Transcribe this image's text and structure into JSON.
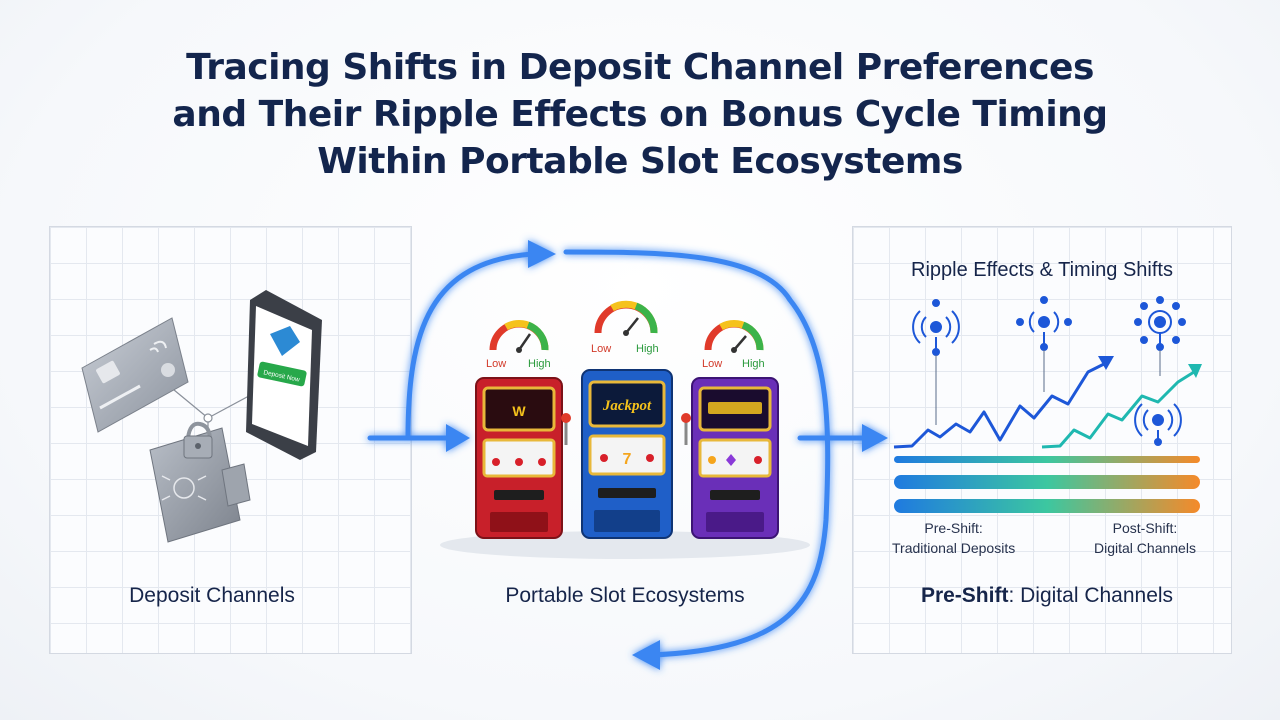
{
  "title": {
    "line1": "Tracing Shifts in Deposit Channel Preferences",
    "line2": "and Their Ripple Effects on Bonus Cycle Timing",
    "line3": "Within Portable Slot Ecosystems"
  },
  "panels": {
    "deposit": {
      "label": "Deposit Channels",
      "phone_button": "Deposit Now"
    },
    "slots": {
      "label": "Portable Slot Ecosystems",
      "gauge_low": "Low",
      "gauge_high": "High",
      "jackpot_label": "Jackpot",
      "machines": [
        {
          "color": "#c8202a"
        },
        {
          "color": "#1f5fc8"
        },
        {
          "color": "#6a2fb8"
        }
      ]
    },
    "ripple": {
      "title": "Ripple Effects & Timing Shifts",
      "pre_shift_label": "Pre-Shift:",
      "pre_shift_sub": "Traditional Deposits",
      "post_shift_label": "Post-Shift:",
      "post_shift_sub": "Digital Channels",
      "footer_bold": "Pre-Shift",
      "footer_rest": ": Digital Channels"
    }
  },
  "colors": {
    "accent": "#2f7cf0",
    "title": "#13254d",
    "line_blue": "#1d57d8",
    "line_teal": "#1fb8b0"
  }
}
